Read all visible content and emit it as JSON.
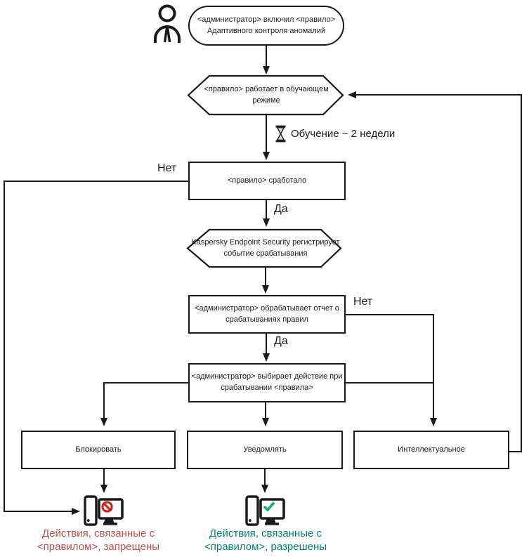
{
  "diagram": {
    "colors": {
      "line": "#1a1a1a",
      "blocked_text": "#b9504c",
      "allowed_text": "#00847c",
      "prohibition_red": "#cf2318",
      "check_teal": "#1ba68a"
    },
    "nodes": {
      "start": {
        "line1": "<администратор> включил <правило>",
        "line2": "Адаптивного контроля аномалий"
      },
      "learning_mode": {
        "line1": "<правило>  работает в обучающем",
        "line2": "режиме"
      },
      "rule_triggered": "<правило>  сработало",
      "kes_registers": {
        "line1": "Kaspersky Endpoint Security регистрирует",
        "line2": "событие срабатывания"
      },
      "admin_report": {
        "line1": "<администратор> обрабатывает отчет о",
        "line2": "срабатываниях правил"
      },
      "admin_action": {
        "line1": "<администратор> выбирает действие при",
        "line2": "срабатывании <правила>"
      },
      "action_block": "Блокировать",
      "action_notify": "Уведомлять",
      "action_smart": "Интеллектуальное",
      "result_blocked": {
        "line1": "Действия, связанные с",
        "line2": "<правилом>, запрещены"
      },
      "result_allowed": {
        "line1": "Действия, связанные с",
        "line2": "<правилом>, разрешены"
      }
    },
    "labels": {
      "training": "Обучение ~ 2 недели",
      "no_left": "Нет",
      "yes_trigger": "Да",
      "no_right": "Нет",
      "yes_report": "Да"
    }
  }
}
